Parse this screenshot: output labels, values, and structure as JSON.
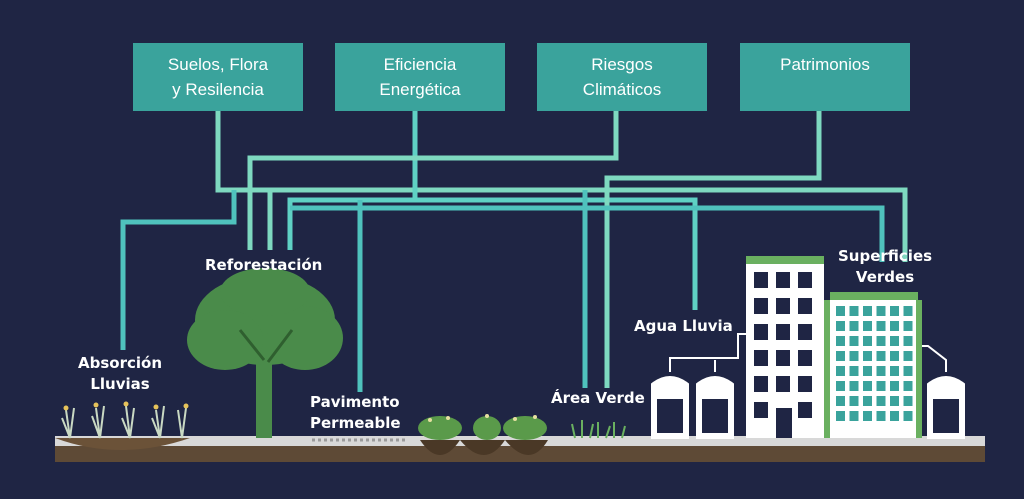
{
  "categories": [
    {
      "id": "suelos",
      "label": "Suelos, Flora\ny Resilencia"
    },
    {
      "id": "eficiencia",
      "label": "Eficiencia\nEnergética"
    },
    {
      "id": "riesgos",
      "label": "Riesgos\nClimáticos"
    },
    {
      "id": "patrimonios",
      "label": "Patrimonios"
    }
  ],
  "features": {
    "reforestacion": "Reforestación",
    "absorcion": "Absorción\nLluvias",
    "pavimento": "Pavimento\nPermeable",
    "area_verde": "Área Verde",
    "agua_lluvia": "Agua Lluvia",
    "superficies": "Superficies\nVerdes"
  },
  "colors": {
    "background": "#1f2544",
    "box": "#3aa39c",
    "line_light": "#7ed9c0",
    "line_teal": "#4fc2bd",
    "ground": "#5e4a36",
    "tree": "#4a8b4a"
  }
}
